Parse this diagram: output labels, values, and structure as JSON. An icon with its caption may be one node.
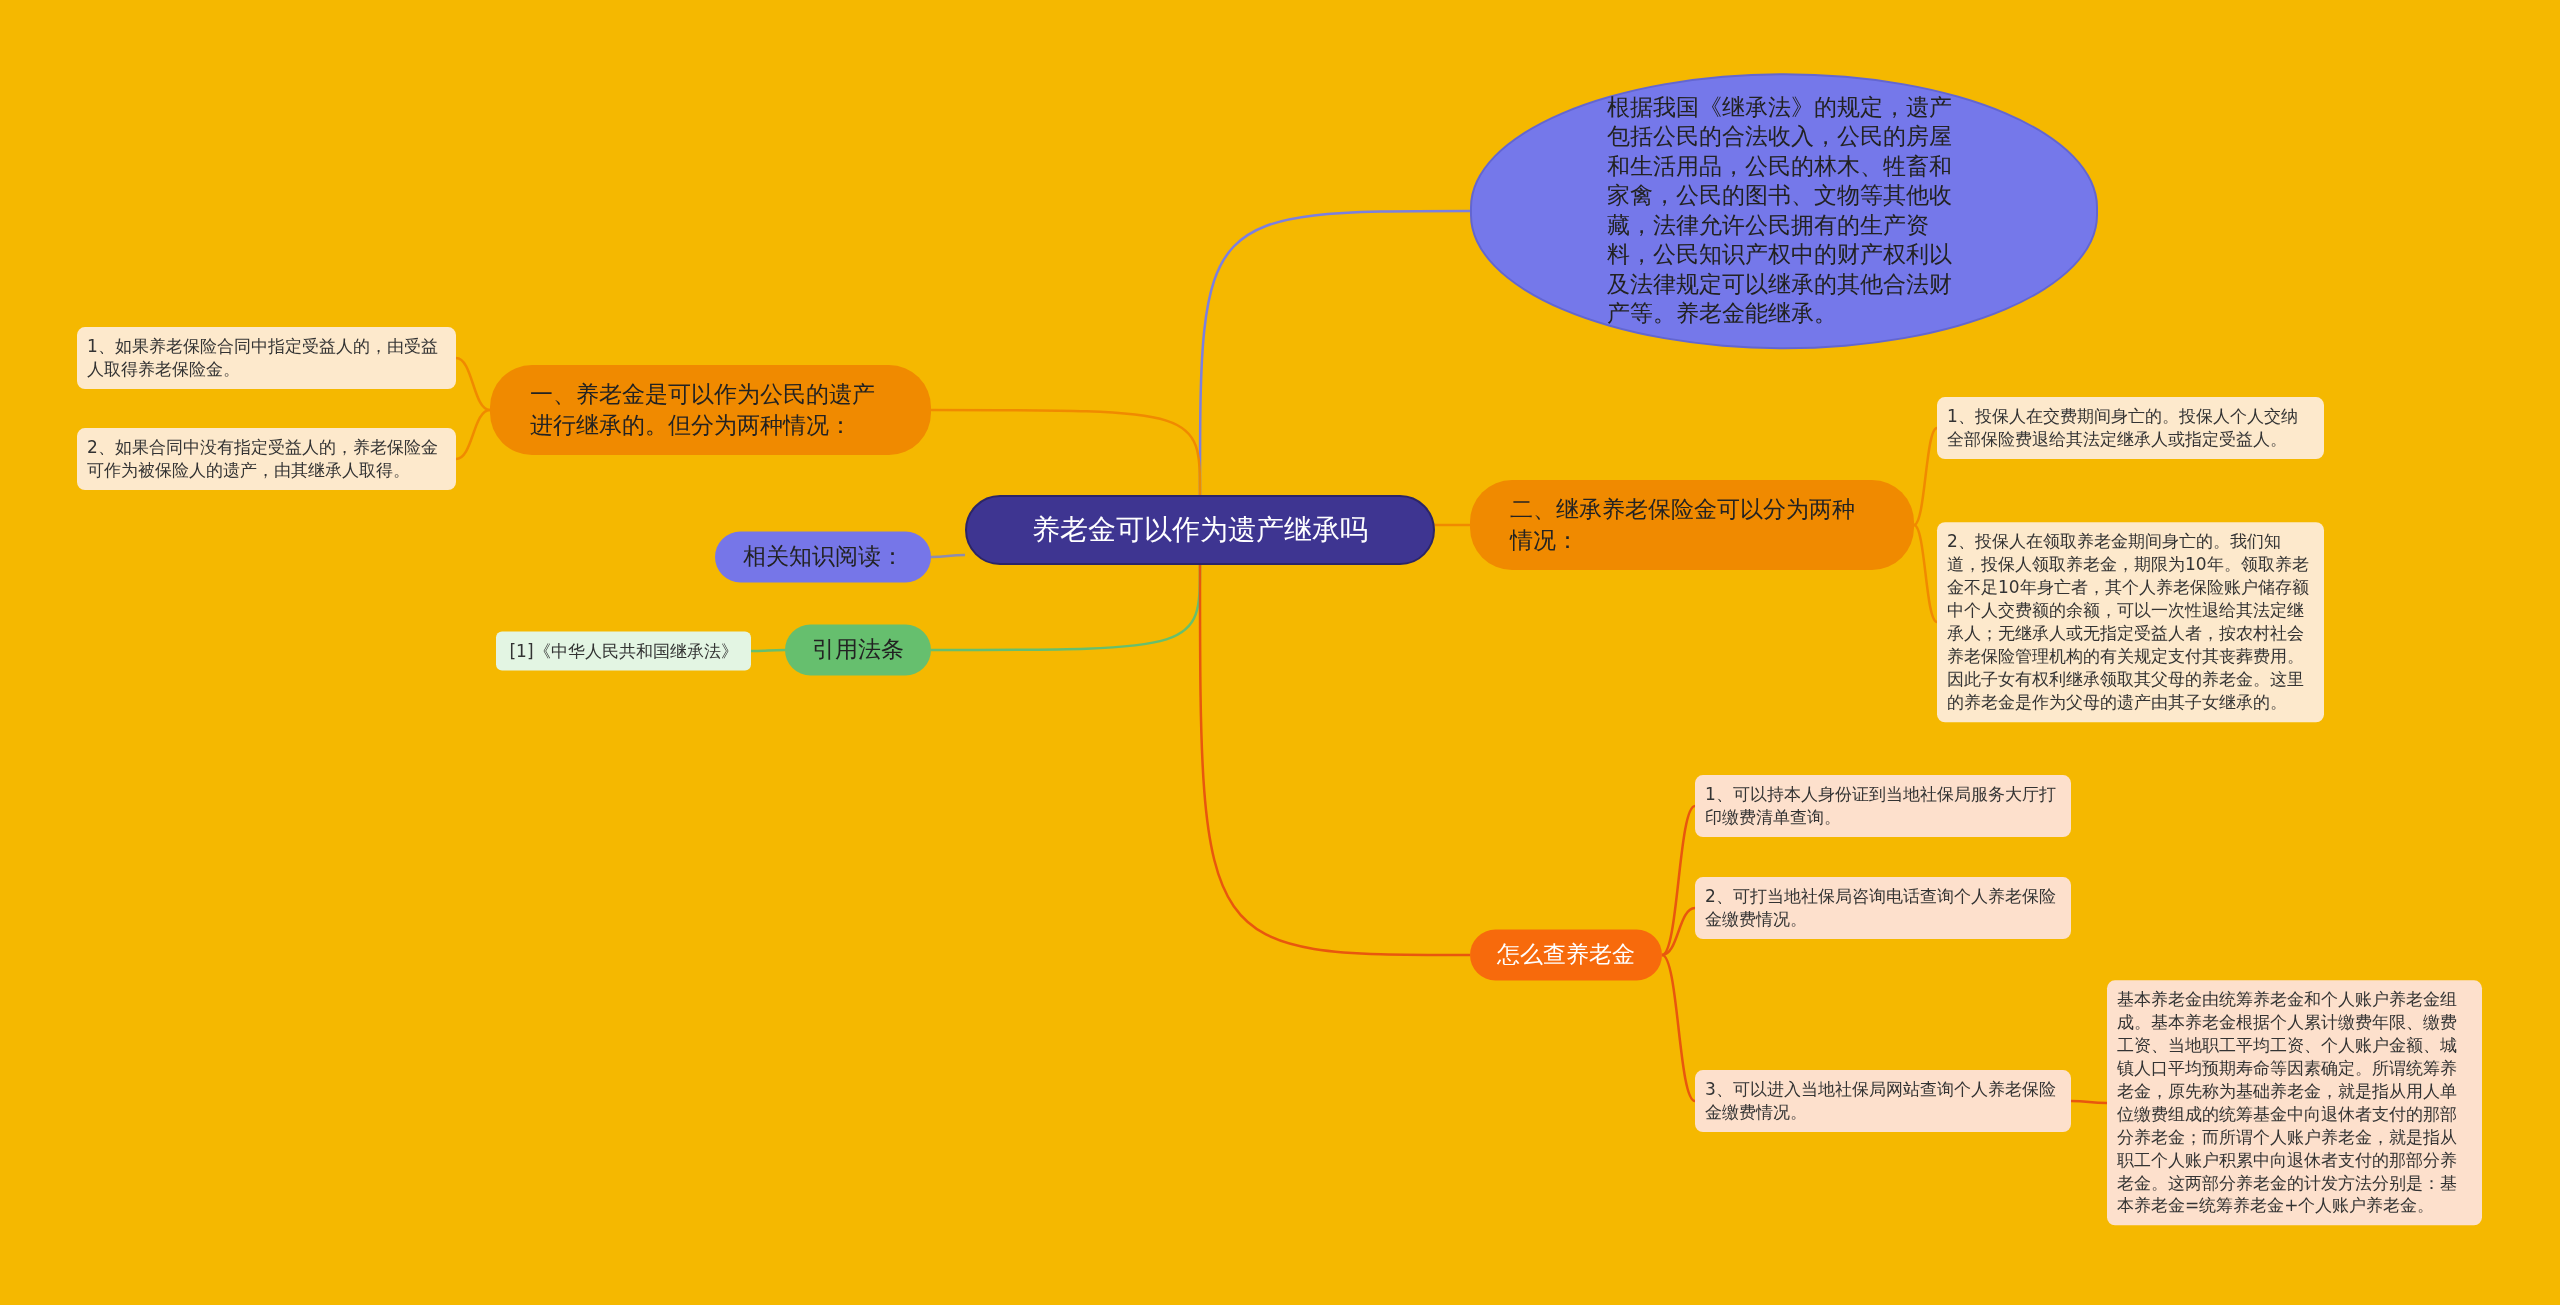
{
  "diagram": {
    "nodes": [
      {
        "text": [
          "养老金可以作为遗产继承吗"
        ]
      },
      {
        "text": [
          "根据我国《继承法》的规定，遗产包括公民的合法收入，公民的房屋和生活用品，公民的林木、牲畜和家禽，公民的图书、文物等其他收藏，法律允许公民拥有的生产资料，公民知识产权中的财产权利以及法律规定可以继承的其他合法财产等。养老金能继承。"
        ]
      },
      {
        "text": [
          "一、养老金是可以作为公民的遗产进行继承的。但分为两种情况："
        ]
      },
      {
        "text": [
          "1、如果养老保险合同中指定受益人的，由受益人取得养老保险金。"
        ]
      },
      {
        "text": [
          "2、如果合同中没有指定受益人的，养老保险金可作为被保险人的遗产，由其继承人取得。"
        ]
      },
      {
        "text": [
          "相关知识阅读："
        ]
      },
      {
        "text": [
          "引用法条"
        ]
      },
      {
        "text": [
          "[1]《中华人民共和国继承法》"
        ]
      },
      {
        "text": [
          "二、继承养老保险金可以分为两种情况："
        ]
      },
      {
        "text": [
          "1、投保人在交费期间身亡的。投保人个人交纳全部保险费退给其法定继承人或指定受益人。"
        ]
      },
      {
        "text": [
          "2、投保人在领取养老金期间身亡的。我们知道，投保人领取养老金，期限为10年。领取养老金不足10年身亡者，其个人养老保险账户储存额中个人交费额的余额，可以一次性退给其法定继承人；无继承人或无指定受益人者，按农村社会养老保险管理机构的有关规定支付其丧葬费用。因此子女有权利继承领取其父母的养老金。这里的养老金是作为父母的遗产由其子女继承的。"
        ]
      },
      {
        "text": [
          "怎么查养老金"
        ]
      },
      {
        "text": [
          "1、可以持本人身份证到当地社保局服务大厅打印缴费清单查询。"
        ]
      },
      {
        "text": [
          "2、可打当地社保局咨询电话查询个人养老保险金缴费情况。"
        ]
      },
      {
        "text": [
          "3、可以进入当地社保局网站查询个人养老保险金缴费情况。"
        ]
      },
      {
        "text": [
          "基本养老金由统筹养老金和个人账户养老金组成。基本养老金根据个人累计缴费年限、缴费工资、当地职工平均工资、个人账户金额、城镇人口平均预期寿命等因素确定。所谓统筹养老金，原先称为基础养老金，就是指从用人单位缴费组成的统筹基金中向退休者支付的那部分养老金；而所谓个人账户养老金，就是指从职工个人账户积累中向退休者支付的那部分养老金。这两部分养老金的计发方法分别是：基本养老金=统筹养老金+个人账户养老金。"
        ]
      }
    ],
    "edges": [
      {
        "from": 0,
        "to": 1,
        "arrow": "none",
        "color": "#7b7fe0"
      },
      {
        "from": 0,
        "to": 2,
        "arrow": "none",
        "color": "#f08a00"
      },
      {
        "from": 2,
        "to": 3,
        "arrow": "none",
        "color": "#f08a00"
      },
      {
        "from": 2,
        "to": 4,
        "arrow": "none",
        "color": "#f08a00"
      },
      {
        "from": 0,
        "to": 5,
        "arrow": "none",
        "color": "#8e8cae"
      },
      {
        "from": 0,
        "to": 6,
        "arrow": "none",
        "color": "#66bf6e"
      },
      {
        "from": 6,
        "to": 7,
        "arrow": "none",
        "color": "#66bf6e"
      },
      {
        "from": 0,
        "to": 8,
        "arrow": "none",
        "color": "#f08a00"
      },
      {
        "from": 8,
        "to": 9,
        "arrow": "none",
        "color": "#f08a00"
      },
      {
        "from": 8,
        "to": 10,
        "arrow": "none",
        "color": "#f08a00"
      },
      {
        "from": 0,
        "to": 11,
        "arrow": "none",
        "color": "#e8570e"
      },
      {
        "from": 11,
        "to": 12,
        "arrow": "none",
        "color": "#e8570e"
      },
      {
        "from": 11,
        "to": 13,
        "arrow": "none",
        "color": "#e8570e"
      },
      {
        "from": 11,
        "to": 14,
        "arrow": "none",
        "color": "#e8570e"
      },
      {
        "from": 14,
        "to": 15,
        "arrow": "none",
        "color": "#e8570e"
      }
    ]
  }
}
